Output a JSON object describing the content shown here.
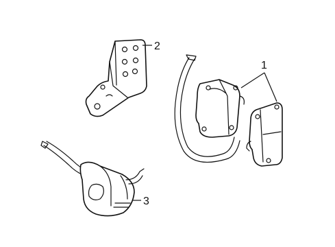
{
  "callouts": [
    {
      "id": "1",
      "label": "1"
    },
    {
      "id": "2",
      "label": "2"
    },
    {
      "id": "3",
      "label": "3"
    }
  ],
  "parts": [
    {
      "callout": "1",
      "icon": "leveling-sensor-icon"
    },
    {
      "callout": "1",
      "icon": "sensor-module-icon"
    },
    {
      "callout": "2",
      "icon": "mounting-bracket-icon"
    },
    {
      "callout": "3",
      "icon": "harness-clip-icon"
    }
  ],
  "colors": {
    "line": "#111111",
    "background": "#ffffff"
  }
}
